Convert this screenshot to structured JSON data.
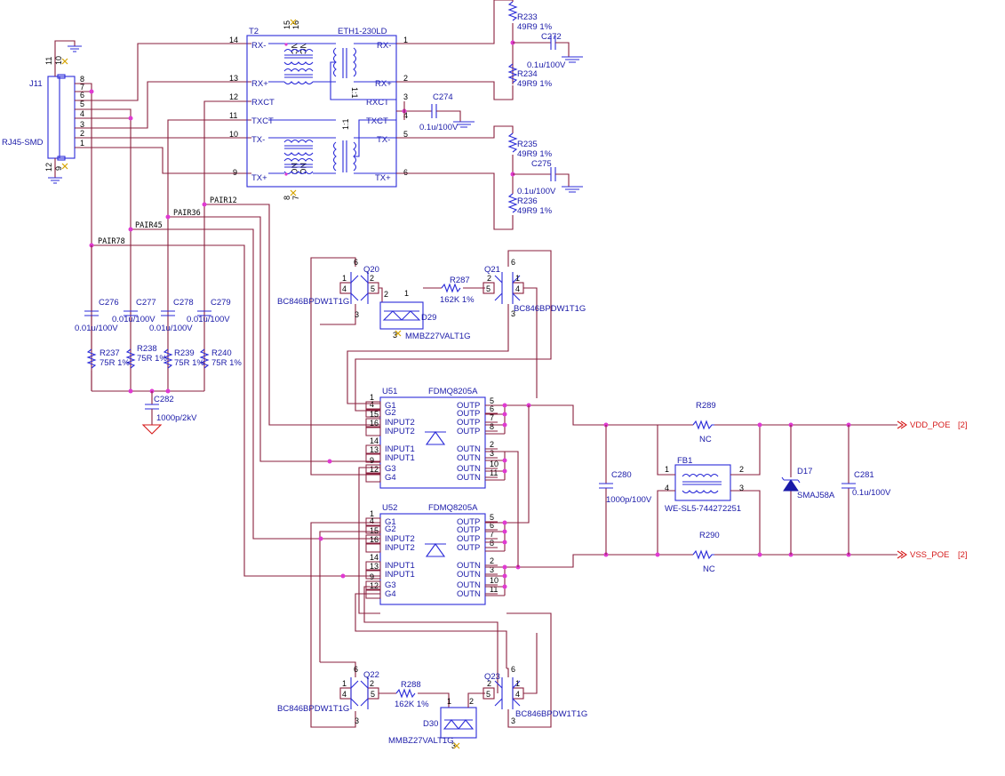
{
  "components": {
    "J11": {
      "ref": "J11",
      "value": "RJ45-SMD",
      "pins": [
        "8",
        "7",
        "6",
        "5",
        "4",
        "3",
        "2",
        "1"
      ],
      "shield": [
        "11",
        "10",
        "12",
        "9"
      ]
    },
    "T2": {
      "ref": "T2",
      "value": "ETH1-230LD",
      "left_pins": [
        {
          "num": "14",
          "label": "RX-"
        },
        {
          "num": "13",
          "label": "RX+"
        },
        {
          "num": "12",
          "label": "RXCT"
        },
        {
          "num": "11",
          "label": "TXCT"
        },
        {
          "num": "10",
          "label": "TX-"
        },
        {
          "num": "9",
          "label": "TX+"
        }
      ],
      "right_pins": [
        {
          "num": "1",
          "label": "RX-"
        },
        {
          "num": "2",
          "label": "RX+"
        },
        {
          "num": "3",
          "label": "RXCT"
        },
        {
          "num": "4",
          "label": "TXCT"
        },
        {
          "num": "5",
          "label": "TX-"
        },
        {
          "num": "6",
          "label": "TX+"
        }
      ],
      "top_pins": [
        "15",
        "16"
      ],
      "bottom_pins": [
        "8",
        "7"
      ],
      "nc": "NC",
      "ratio": "1:1"
    },
    "R233": {
      "ref": "R233",
      "value": "49R9 1%"
    },
    "R234": {
      "ref": "R234",
      "value": "49R9 1%"
    },
    "R235": {
      "ref": "R235",
      "value": "49R9 1%"
    },
    "R236": {
      "ref": "R236",
      "value": "49R9 1%"
    },
    "C272": {
      "ref": "C272",
      "value": "0.1u/100V"
    },
    "C274": {
      "ref": "C274",
      "value": "0.1u/100V"
    },
    "C275": {
      "ref": "C275",
      "value": "0.1u/100V"
    },
    "C276": {
      "ref": "C276",
      "value": "0.01u/100V"
    },
    "C277": {
      "ref": "C277",
      "value": "0.01u/100V"
    },
    "C278": {
      "ref": "C278",
      "value": "0.01u/100V"
    },
    "C279": {
      "ref": "C279",
      "value": "0.01u/100V"
    },
    "R237": {
      "ref": "R237",
      "value": "75R 1%"
    },
    "R238": {
      "ref": "R238",
      "value": "75R 1%"
    },
    "R239": {
      "ref": "R239",
      "value": "75R 1%"
    },
    "R240": {
      "ref": "R240",
      "value": "75R 1%"
    },
    "C282": {
      "ref": "C282",
      "value": "1000p/2kV"
    },
    "Q20": {
      "ref": "Q20",
      "value": "BC846BPDW1T1G",
      "pins": [
        "6",
        "2",
        "1",
        "4",
        "5",
        "3"
      ]
    },
    "Q21": {
      "ref": "Q21",
      "value": "BC846BPDW1T1G",
      "pins": [
        "6",
        "2",
        "1",
        "5",
        "4",
        "3"
      ]
    },
    "Q22": {
      "ref": "Q22",
      "value": "BC846BPDW1T1G",
      "pins": [
        "6",
        "2",
        "1",
        "4",
        "5",
        "3"
      ]
    },
    "Q23": {
      "ref": "Q23",
      "value": "BC846BPDW1T1G",
      "pins": [
        "6",
        "2",
        "1",
        "5",
        "4",
        "3"
      ]
    },
    "R287": {
      "ref": "R287",
      "value": "162K 1%"
    },
    "R288": {
      "ref": "R288",
      "value": "162K 1%"
    },
    "D29": {
      "ref": "D29",
      "value": "MMBZ27VALT1G",
      "pins": [
        "2",
        "1",
        "3"
      ]
    },
    "D30": {
      "ref": "D30",
      "value": "MMBZ27VALT1G",
      "pins": [
        "1",
        "2",
        "3"
      ]
    },
    "U51": {
      "ref": "U51",
      "value": "FDMQ8205A",
      "left_pins": [
        {
          "num": "1",
          "label": "G1"
        },
        {
          "num": "4",
          "label": "G2"
        },
        {
          "num": "15",
          "label": "INPUT2"
        },
        {
          "num": "16",
          "label": "INPUT2"
        },
        {
          "num": "14",
          "label": "INPUT1"
        },
        {
          "num": "13",
          "label": "INPUT1"
        },
        {
          "num": "9",
          "label": "G3"
        },
        {
          "num": "12",
          "label": "G4"
        }
      ],
      "right_pins": [
        {
          "num": "5",
          "label": "OUTP"
        },
        {
          "num": "6",
          "label": "OUTP"
        },
        {
          "num": "7",
          "label": "OUTP"
        },
        {
          "num": "8",
          "label": "OUTP"
        },
        {
          "num": "2",
          "label": "OUTN"
        },
        {
          "num": "3",
          "label": "OUTN"
        },
        {
          "num": "10",
          "label": "OUTN"
        },
        {
          "num": "11",
          "label": "OUTN"
        }
      ]
    },
    "U52": {
      "ref": "U52",
      "value": "FDMQ8205A",
      "left_pins": [
        {
          "num": "1",
          "label": "G1"
        },
        {
          "num": "4",
          "label": "G2"
        },
        {
          "num": "15",
          "label": "INPUT2"
        },
        {
          "num": "16",
          "label": "INPUT2"
        },
        {
          "num": "14",
          "label": "INPUT1"
        },
        {
          "num": "13",
          "label": "INPUT1"
        },
        {
          "num": "9",
          "label": "G3"
        },
        {
          "num": "12",
          "label": "G4"
        }
      ],
      "right_pins": [
        {
          "num": "5",
          "label": "OUTP"
        },
        {
          "num": "6",
          "label": "OUTP"
        },
        {
          "num": "7",
          "label": "OUTP"
        },
        {
          "num": "8",
          "label": "OUTP"
        },
        {
          "num": "2",
          "label": "OUTN"
        },
        {
          "num": "3",
          "label": "OUTN"
        },
        {
          "num": "10",
          "label": "OUTN"
        },
        {
          "num": "11",
          "label": "OUTN"
        }
      ]
    },
    "R289": {
      "ref": "R289",
      "value": "NC"
    },
    "R290": {
      "ref": "R290",
      "value": "NC"
    },
    "C280": {
      "ref": "C280",
      "value": "1000p/100V"
    },
    "FB1": {
      "ref": "FB1",
      "value": "WE-SL5-744272251",
      "pins": [
        "1",
        "2",
        "4",
        "3"
      ]
    },
    "D17": {
      "ref": "D17",
      "value": "SMAJ58A"
    },
    "C281": {
      "ref": "C281",
      "value": "0.1u/100V"
    }
  },
  "nets": {
    "pair12": "PAIR12",
    "pair36": "PAIR36",
    "pair45": "PAIR45",
    "pair78": "PAIR78"
  },
  "ports": {
    "vdd": {
      "name": "VDD_POE",
      "ref": "[2]"
    },
    "vss": {
      "name": "VSS_POE",
      "ref": "[2]"
    }
  },
  "colors": {
    "wire": "#8a1f3c",
    "part": "#2b2bd8",
    "junction": "#e03ad2",
    "port": "#d51a1a"
  }
}
